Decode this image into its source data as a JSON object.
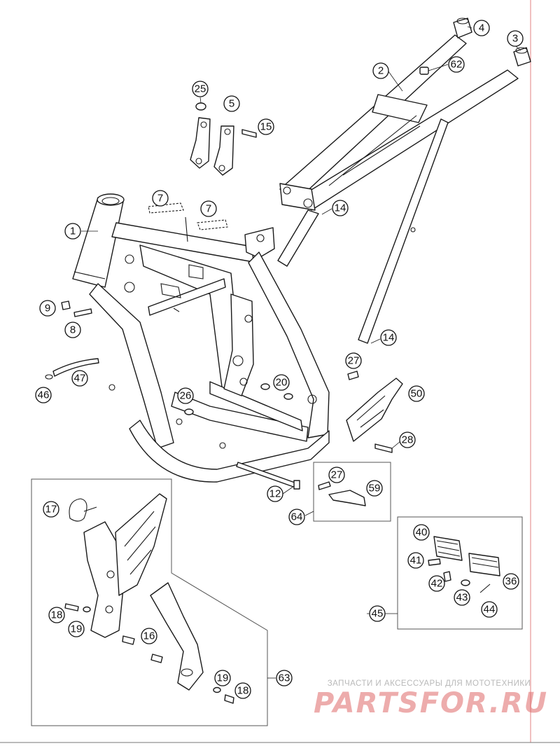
{
  "diagram": {
    "callouts": [
      {
        "label": "1"
      },
      {
        "label": "2"
      },
      {
        "label": "3"
      },
      {
        "label": "4"
      },
      {
        "label": "62"
      },
      {
        "label": "25"
      },
      {
        "label": "5"
      },
      {
        "label": "15"
      },
      {
        "label": "7"
      },
      {
        "label": "7"
      },
      {
        "label": "14"
      },
      {
        "label": "14"
      },
      {
        "label": "9"
      },
      {
        "label": "8"
      },
      {
        "label": "47"
      },
      {
        "label": "46"
      },
      {
        "label": "27"
      },
      {
        "label": "50"
      },
      {
        "label": "20"
      },
      {
        "label": "26"
      },
      {
        "label": "28"
      },
      {
        "label": "12"
      },
      {
        "label": "27"
      },
      {
        "label": "59"
      },
      {
        "label": "64"
      },
      {
        "label": "17"
      },
      {
        "label": "40"
      },
      {
        "label": "41"
      },
      {
        "label": "42"
      },
      {
        "label": "43"
      },
      {
        "label": "36"
      },
      {
        "label": "44"
      },
      {
        "label": "45"
      },
      {
        "label": "18"
      },
      {
        "label": "19"
      },
      {
        "label": "16"
      },
      {
        "label": "19"
      },
      {
        "label": "18"
      },
      {
        "label": "63"
      }
    ]
  },
  "watermark": {
    "tagline": "ЗАПЧАСТИ И АКСЕССУАРЫ ДЛЯ МОТОТЕХНИКИ",
    "brand": "PARTSFOR.RU"
  },
  "colors": {
    "line": "#1a1a1a",
    "watermark": "#e06a6a",
    "edge_line": "#e08080"
  }
}
